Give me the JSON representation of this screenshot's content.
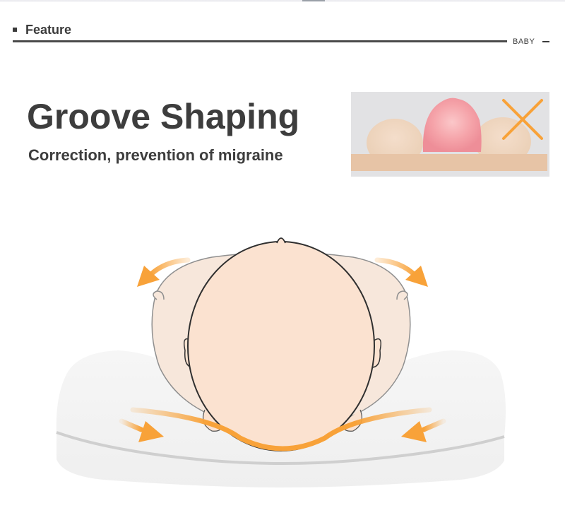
{
  "header": {
    "section_label": "Feature",
    "tag": "BABY"
  },
  "hero": {
    "title": "Groove Shaping",
    "subtitle": "Correction, prevention of migraine"
  },
  "inset": {
    "status_icon": "cross-icon"
  },
  "colors": {
    "text": "#3d3d3d",
    "accent_orange": "#f8a239",
    "skin": "#fbe2d0",
    "pillow": "#f3f3f3"
  }
}
